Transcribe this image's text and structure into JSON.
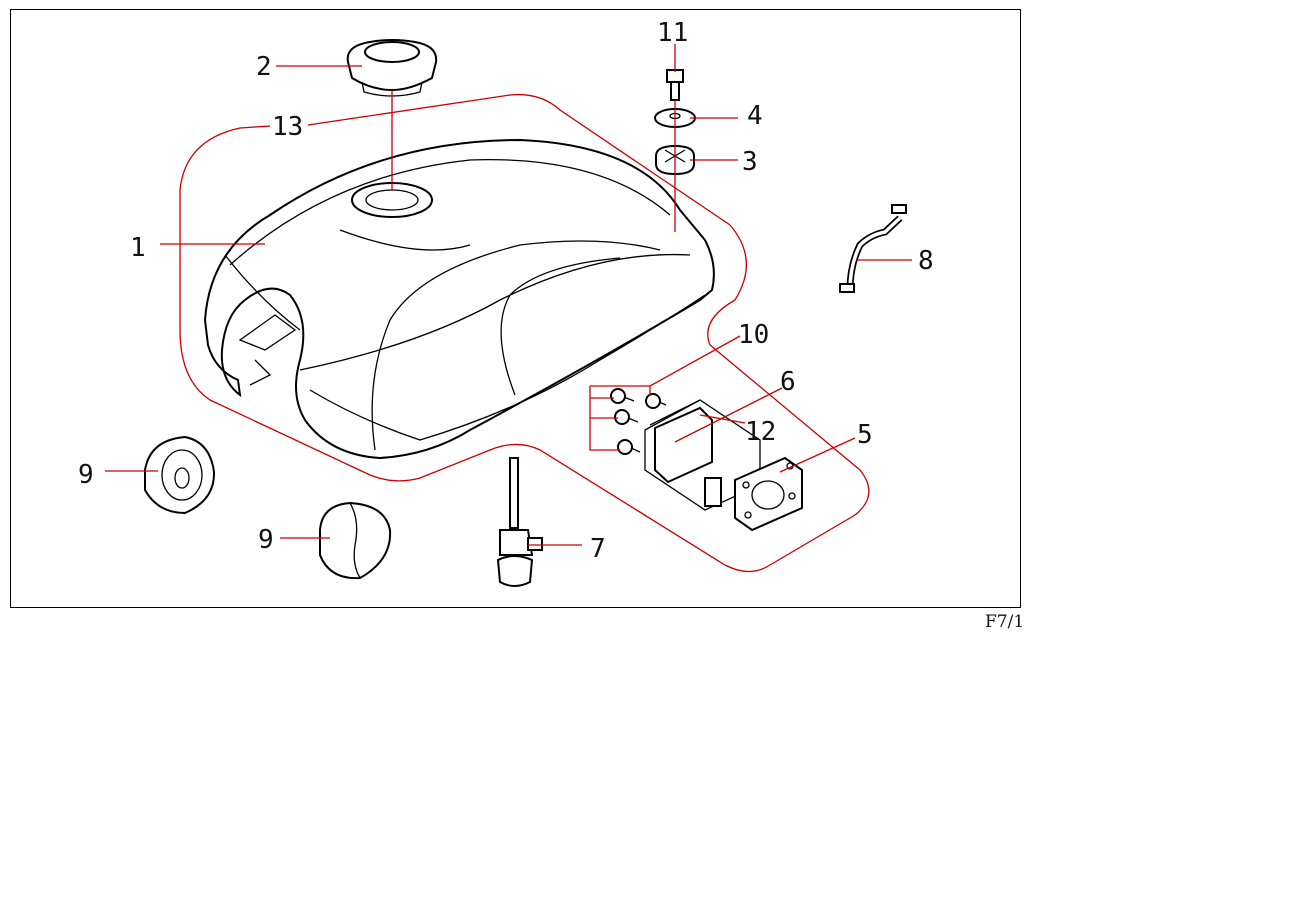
{
  "figure_code": "F7/1",
  "callouts": {
    "c1": "1",
    "c2": "2",
    "c3": "3",
    "c4": "4",
    "c5": "5",
    "c6": "6",
    "c7": "7",
    "c8": "8",
    "c9a": "9",
    "c9b": "9",
    "c10": "10",
    "c11": "11",
    "c12": "12",
    "c13": "13"
  },
  "colors": {
    "leader_line": "#cc0000",
    "outline": "#000000",
    "background": "#ffffff"
  }
}
